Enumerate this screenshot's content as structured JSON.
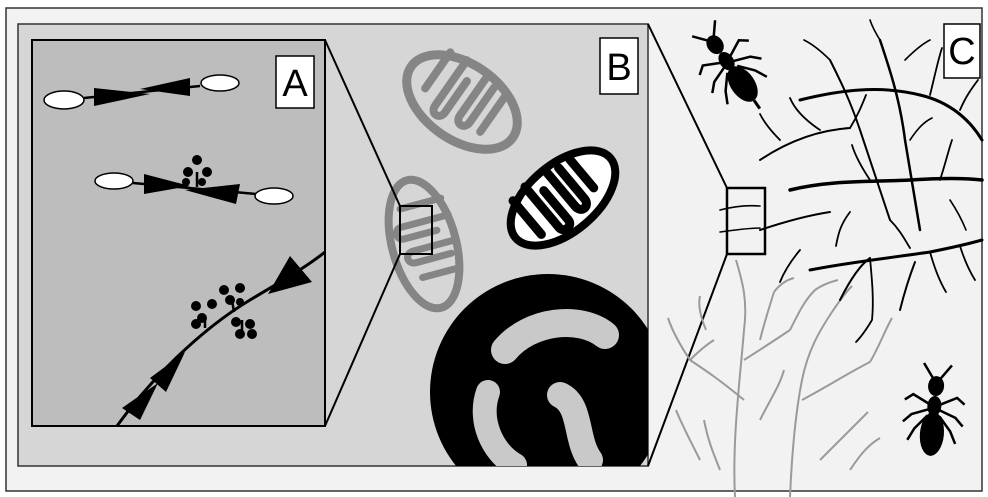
{
  "figure": {
    "panels": [
      {
        "id": "A",
        "label": "A",
        "content": "filament-assembly-stages"
      },
      {
        "id": "B",
        "label": "B",
        "content": "mitochondria-cell-view"
      },
      {
        "id": "C",
        "label": "C",
        "content": "fungal-network-with-insects"
      }
    ],
    "colors": {
      "panel_a_bg": "#bdbdbd",
      "panel_b_bg": "#d6d6d6",
      "panel_c_bg": "#f2f2f2",
      "dark": "#000000",
      "gray_mito": "#858585",
      "gray_tree": "#9a9a9a",
      "nucleus_inner": "#c9c9c9"
    },
    "icons": [
      "ant-icon",
      "ant-icon",
      "mycelium-network",
      "mitochondrion-icon",
      "nucleus-icon"
    ]
  }
}
